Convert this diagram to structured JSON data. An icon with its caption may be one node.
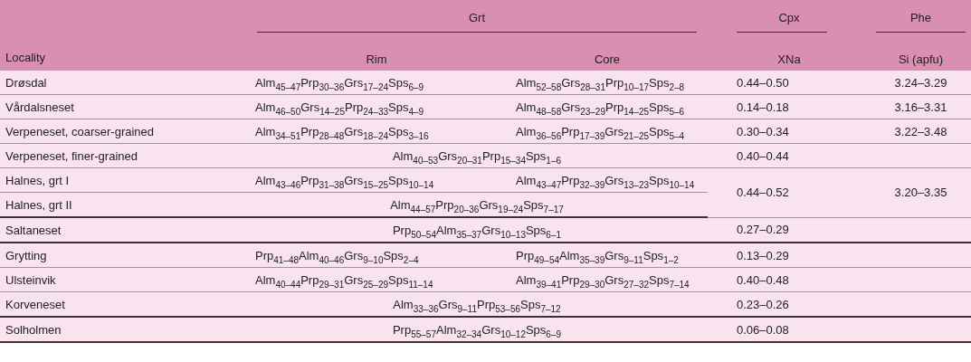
{
  "diagram": {
    "labels": [
      "Grt",
      "Cpx",
      "Phe",
      "Locality",
      "Rim",
      "Core",
      "XNa",
      "Si (apfu)",
      "Drøsdal",
      "Alm$_{45–47}$Prp$_{30–36}$Grs$_{17–24}$Sps$_{6–9}$",
      "Alm$_{52–58}$Grs$_{28–31}$Prp$_{10–17}$Sps$_{2–8}$",
      "0.44–0.50",
      "3.24–3.29",
      "Vårdalsneset",
      "Alm$_{46–50}$Grs$_{14–25}$Prp$_{24–33}$Sps$_{4–9}$",
      "Alm$_{48–58}$Grs$_{23–29}$Prp$_{14–25}$Sps$_{5–6}$",
      "0.14–0.18",
      "3.16–3.31",
      "Verpeneset, coarser-grained",
      "Alm$_{34–51}$Prp$_{28–48}$Grs$_{18–24}$Sps$_{3–16}$",
      "Alm$_{36–56}$Prp$_{17–39}$Grs$_{21–25}$Sps$_{5–4}$",
      "0.30–0.34",
      "3.22–3.48",
      "Verpeneset, finer-grained",
      "Alm$_{40–53}$Grs$_{20–31}$Prp$_{15–34}$Sps$_{1–6}$",
      "0.40–0.44",
      "Halnes, grt I",
      "Alm$_{43–46}$Prp$_{31–38}$Grs$_{15–25}$Sps$_{10–14}$",
      "Alm$_{43–47}$Prp$_{32–39}$Grs$_{13–23}$Sps$_{10–14}$",
      "0.44–0.52",
      "3.20–3.35",
      "Halnes, grt II",
      "Alm$_{44–57}$Prp$_{20–36}$Grs$_{19–24}$Sps$_{7–17}$",
      "Saltaneset",
      "Prp$_{50–54}$Alm$_{35–37}$Grs$_{10–13}$Sps$_{6–1}$",
      "0.27–0.29",
      "Grytting",
      "Prp$_{41–48}$Alm$_{40–46}$Grs$_{9–10}$Sps$_{2–4}$",
      "Prp$_{49–54}$Alm$_{35–39}$Grs$_{9–11}$Sps$_{1–2}$",
      "0.13–0.29",
      "Ulsteinvik",
      "Alm$_{40–44}$Prp$_{29–31}$Grs$_{25–29}$Sps$_{11–14}$",
      "Alm$_{39–41}$Prp$_{29–30}$Grs$_{27–32}$Sps$_{7–14}$",
      "0.40–0.48",
      "Korveneset",
      "Alm$_{33–36}$Grs$_{9–11}$Prp$_{53–56}$Sps$_{7–12}$",
      "0.23–0.26",
      "Solholmen",
      "Prp$_{55–57}$Alm$_{32–34}$Grs$_{10–12}$Sps$_{6–9}$",
      "0.06–0.08"
    ]
  }
}
